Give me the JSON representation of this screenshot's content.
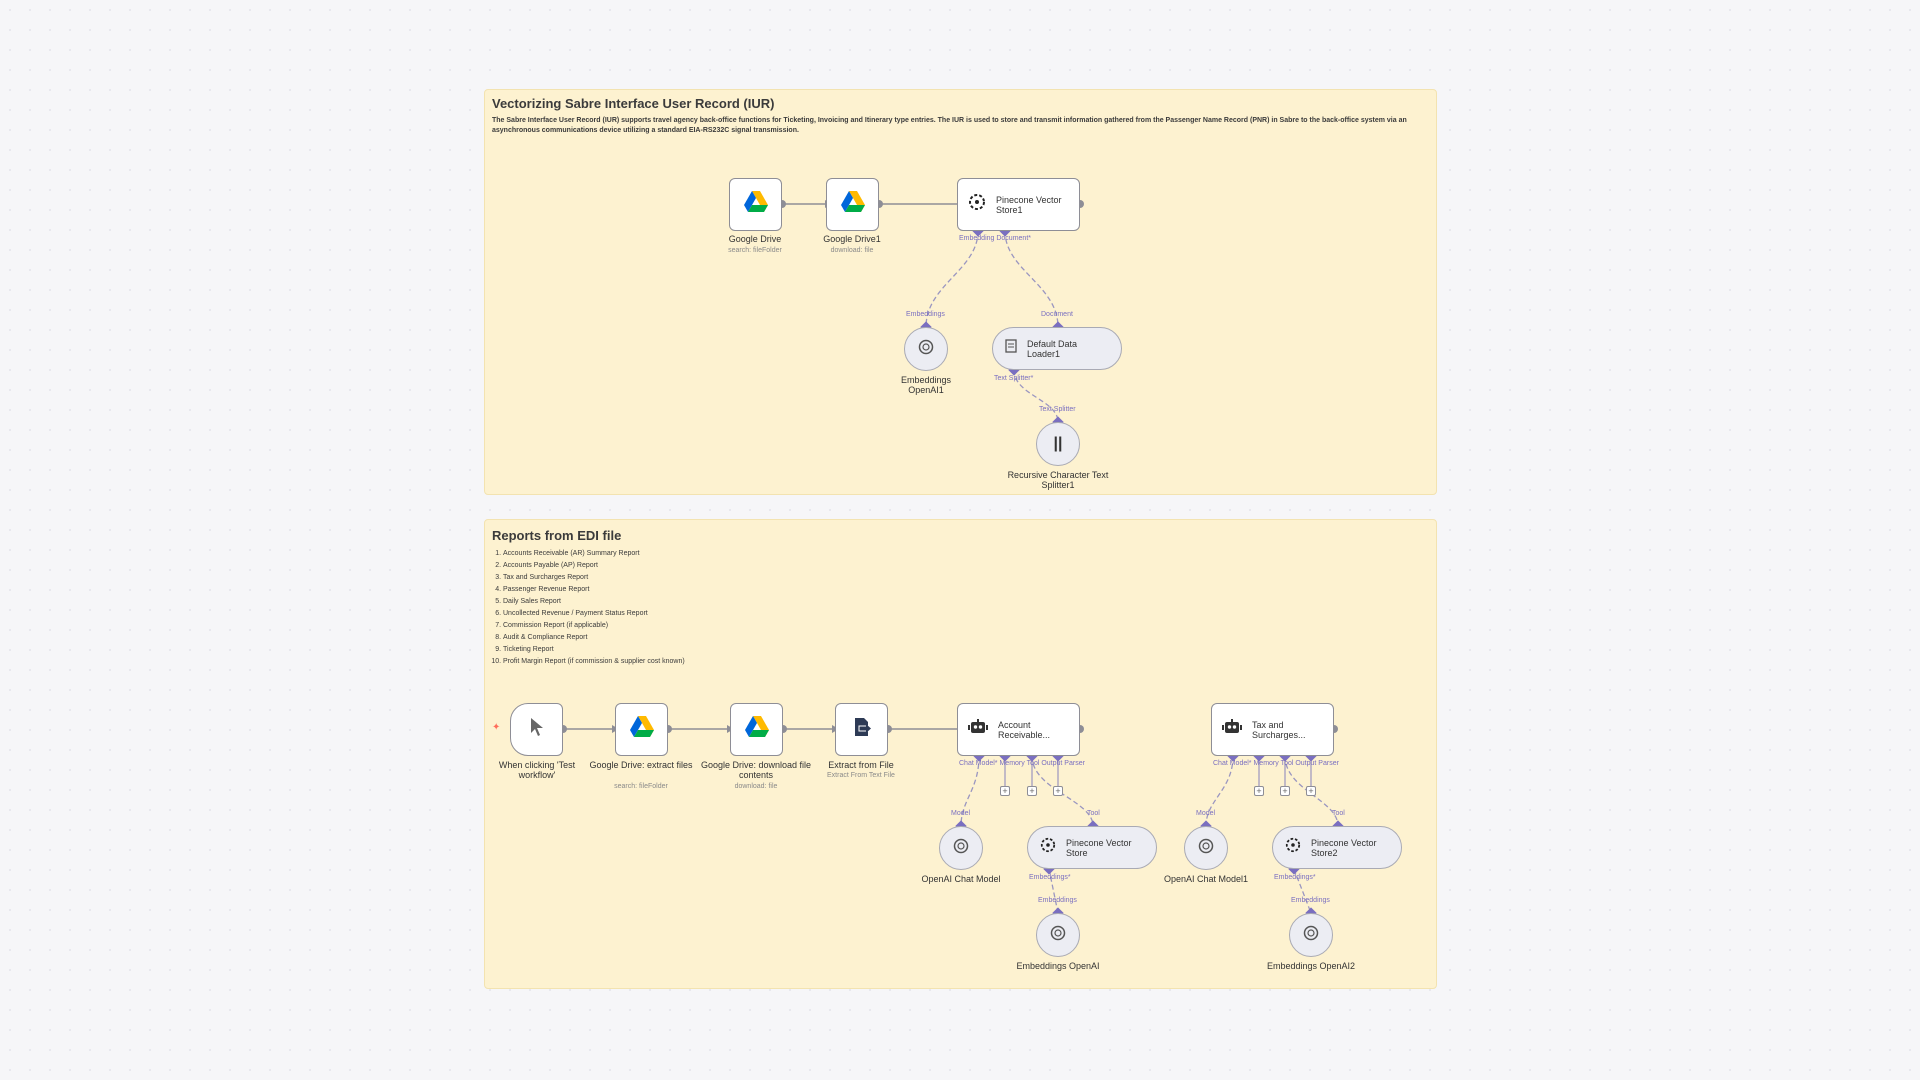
{
  "sticky1": {
    "title": "Vectorizing Sabre Interface User Record (IUR)",
    "description": "The Sabre Interface User Record (IUR) supports travel agency back-office functions for Ticketing, Invoicing and Itinerary type entries. The IUR is used to store and transmit information gathered from the Passenger Name Record (PNR) in Sabre to the back-office system via an asynchronous communications device utilizing a standard EIA-RS232C signal transmission."
  },
  "sticky2": {
    "title": "Reports from EDI file",
    "items": [
      "Accounts Receivable (AR) Summary Report",
      "Accounts Payable (AP) Report",
      "Tax and Surcharges Report",
      "Passenger Revenue Report",
      "Daily Sales Report",
      "Uncollected Revenue / Payment Status Report",
      "Commission Report (if applicable)",
      "Audit & Compliance Report",
      "Ticketing Report",
      "Profit Margin Report (if commission & supplier cost known)"
    ]
  },
  "nodes": {
    "gdrive": {
      "label": "Google Drive",
      "sub": "search: fileFolder"
    },
    "gdrive1": {
      "label": "Google Drive1",
      "sub": "download: file"
    },
    "pinecone1": {
      "label": "Pinecone Vector Store1",
      "ports": "Embedding Document*"
    },
    "emb1": {
      "label": "Embeddings OpenAI1",
      "port": "Embeddings"
    },
    "loader": {
      "label": "Default Data Loader1",
      "port": "Document",
      "ports": "Text Splitter*"
    },
    "splitter": {
      "label": "Recursive Character Text Splitter1",
      "port": "Text Splitter"
    },
    "trigger": {
      "label": "When clicking 'Test workflow'"
    },
    "gd_extract": {
      "label": "Google Drive: extract files",
      "sub": "search: fileFolder"
    },
    "gd_download": {
      "label": "Google Drive: download file contents",
      "sub": "download: file"
    },
    "extract": {
      "label": "Extract from File",
      "sub": "Extract From Text File"
    },
    "agent1": {
      "label": "Account Receivable...",
      "ports": "Chat Model*  Memory  Tool  Output Parser"
    },
    "agent2": {
      "label": "Tax and Surcharges...",
      "ports": "Chat Model*  Memory  Tool  Output Parser"
    },
    "chat1": {
      "label": "OpenAI Chat Model",
      "port": "Model"
    },
    "pinecone": {
      "label": "Pinecone Vector Store",
      "port": "Tool",
      "ports": "Embeddings*"
    },
    "emb": {
      "label": "Embeddings OpenAI",
      "port": "Embeddings"
    },
    "chat2": {
      "label": "OpenAI Chat Model1",
      "port": "Model"
    },
    "pinecone2": {
      "label": "Pinecone Vector Store2",
      "port": "Tool",
      "ports": "Embeddings*"
    },
    "emb2": {
      "label": "Embeddings OpenAI2",
      "port": "Embeddings"
    }
  },
  "colors": {
    "sticky": "#fdf2d0",
    "port": "#7a6fc0",
    "trigger": "#ff6d5a"
  }
}
